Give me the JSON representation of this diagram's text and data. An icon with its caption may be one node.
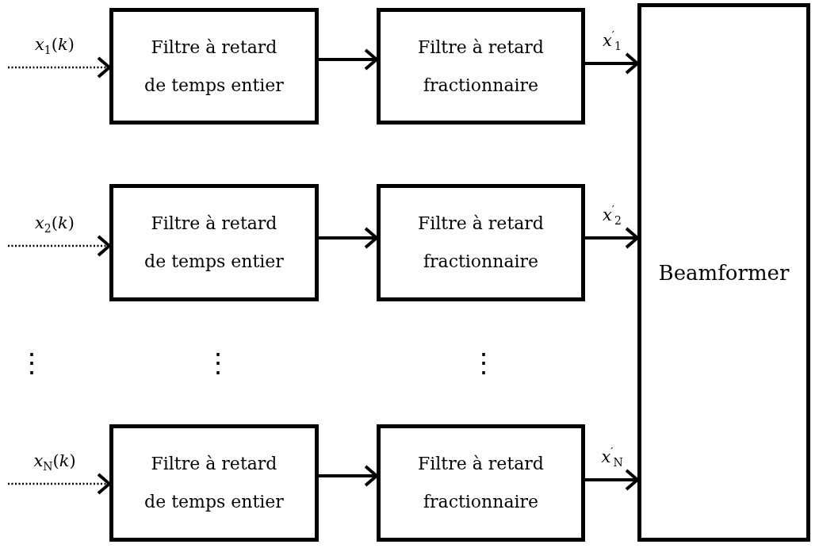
{
  "diagram": {
    "nodes": [
      {
        "text": [
          "Filtre à retard de temps entier"
        ]
      },
      {
        "text": [
          "Filtre à retard fractionnaire"
        ]
      },
      {
        "text": [
          "Filtre à retard de temps entier"
        ]
      },
      {
        "text": [
          "Filtre à retard fractionnaire"
        ]
      },
      {
        "text": [
          "Filtre à retard de temps entier"
        ]
      },
      {
        "text": [
          "Filtre à retard fractionnaire"
        ]
      },
      {
        "text": [
          "Beamformer"
        ]
      }
    ],
    "edges": [
      {
        "from": null,
        "to": 0,
        "arrow": "to",
        "style": "dashed",
        "label": "*x*$_{1}$(*k*)"
      },
      {
        "from": 0,
        "to": 1,
        "arrow": "to"
      },
      {
        "from": 1,
        "to": 6,
        "arrow": "to",
        "label": "*x*$^{′}$$_{1}$"
      },
      {
        "from": null,
        "to": 2,
        "arrow": "to",
        "style": "dashed",
        "label": "*x*$_{2}$(*k*)"
      },
      {
        "from": 2,
        "to": 3,
        "arrow": "to"
      },
      {
        "from": 3,
        "to": 6,
        "arrow": "to",
        "label": "*x*$^{′}$$_{2}$"
      },
      {
        "from": null,
        "to": 4,
        "arrow": "to",
        "style": "dashed",
        "label": "*x*$_{N}$(*k*)"
      },
      {
        "from": 4,
        "to": 5,
        "arrow": "to"
      },
      {
        "from": 5,
        "to": 6,
        "arrow": "to",
        "label": "*x*$^{′}$$_{N}$"
      }
    ],
    "labels": [
      "⋮",
      "⋮",
      "⋮"
    ]
  }
}
